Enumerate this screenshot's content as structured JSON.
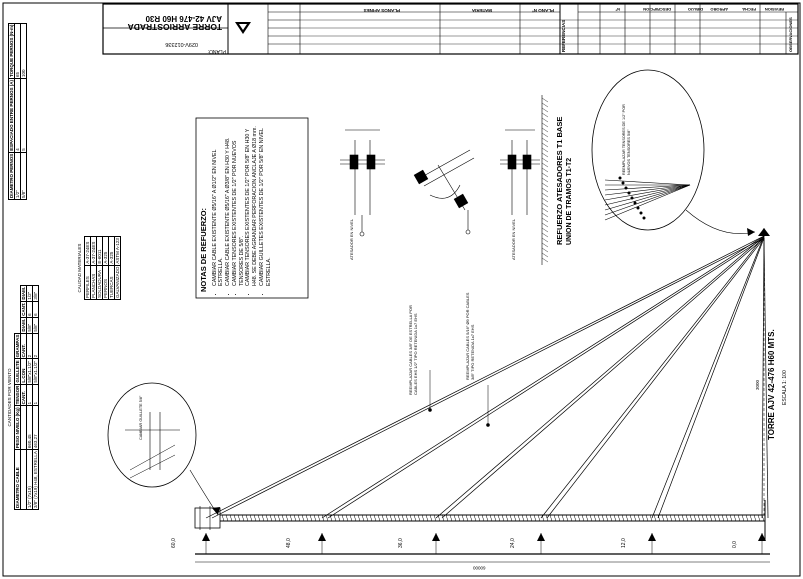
{
  "title_block": {
    "title": "TORRE ARRIOSTRADA",
    "subtitle": "AJV 42-476 H60 R30",
    "plano_label": "PLANO:",
    "plano_number": "029V-012336",
    "materia_label": "MATERIA",
    "plano_n_label": "PLANO Nº",
    "planos_afines_label": "PLANOS AFINES",
    "referencias_label": "REFERENCIAS",
    "observaciones_label": "OBSERVACIONES",
    "columns": [
      "Nº",
      "DESCRIPCION",
      "DIBUJO",
      "APROBO",
      "FECHA"
    ],
    "revision_label": "REVISION"
  },
  "drawing": {
    "tower_title": "TORRE AJV 42-476 H60 MTS.",
    "scale": "ESCALA 1: 100",
    "heights": [
      "0,0",
      "12,0",
      "24,0",
      "36,0",
      "48,0",
      "60,0"
    ],
    "ground_distance": "60000",
    "tower_height": "3000",
    "reinforcement_title": "REFUERZO ATESADORES T1 BASE",
    "reinforcement_subtitle": "UNION DE TRAMOS T1-T2",
    "cable_note_1": "REEMPLAZAR CABLES 5/16\" Ø9 POR CABLES 3/8\" TIPO RETENIDA 1x7 EHS",
    "cable_note_2": "REEMPLAZAR CABLES 3/8\" DE ESTRELLA POR CABLES EHS 1/2\" TIPO RETENIDA 1x7 EHS"
  },
  "notes": {
    "title": "NOTAS DE REFUERZO:",
    "items": [
      "CAMBIAR CABLE EXISTENTE Ø5/16\" A Ø1/2\" EN NIVEL ESTRELLA.",
      "CAMBIAR CABLE EXISTENTE Ø5/16\" A Ø3/8\" EN H30 Y H48.",
      "CAMBIAR TENSORES EXISTENTES DE 1/2\" POR NUEVOS TENSORES DE 5/8\".",
      "CAMBIAR TENSORES EXISTENTES DE 1/2\" POR 5/8\" EN H30 Y H48. SE DEBE AGRANDAR PERFORACION ANCLAJE A Ø18 mm.",
      "CAMBIAR GUILLETES EXISTENTES DE 1/2\" POR 5/8\" EN NIVEL ESTRELLA."
    ]
  },
  "table_cables": {
    "title": "CANTIDADES POR VIENTO",
    "headers": [
      "DIAMETRO CABLE",
      "PESO NIVELO (Kg)",
      "TENSOR",
      "GUILLETE",
      "GRAMPAS"
    ],
    "sub_headers": [
      "CANT.",
      "L.CON",
      "CANT.",
      "DIAM.",
      "CANT.",
      "DIAM."
    ],
    "rows": [
      [
        "1/2\" (7x19)",
        "660,45",
        "1",
        "5/8\"x1.1/2\"",
        "2",
        "5/8\"",
        "6",
        "1/2\""
      ],
      [
        "3/8\" (7x19) H48, ESTRELLA",
        "463,27",
        "1",
        "5/8\"x1.1/2\"",
        "2",
        "5/8\"",
        "6",
        "3/8\""
      ]
    ]
  },
  "table_materials": {
    "title": "CALIDAD MATERIALES",
    "rows": [
      [
        "PERFILES",
        "A-37-24ES"
      ],
      [
        "PLANCHAS",
        "A-37-24ES"
      ],
      [
        "SOLDADURA",
        "E-6011"
      ],
      [
        "PERNOS",
        "A-325"
      ],
      [
        "TUERCAS",
        "A-325"
      ],
      [
        "GALVANIZADO",
        "ASTM A-123"
      ]
    ]
  },
  "table_torque": {
    "headers": [
      "DIAMETRO PERNOS",
      "ESPACIADO ENTRE PERNOS (A)",
      "TORQUE PERNOS (N-m)"
    ],
    "rows": [
      [
        "1/2\"",
        "4",
        "65"
      ],
      [
        "5/8\"",
        "5",
        "100"
      ]
    ]
  },
  "detail_labels": {
    "detail_a": "ATESADOR EN NIVEL",
    "detail_b": "ATESADOR EN NIVEL",
    "circle_left": "CAMBIAR GUILLETE 5/8\"",
    "circle_right": "REEMPLAZAR TENSORES DE 1/2\" POR NUEVOS TENSORES 5/8\""
  }
}
